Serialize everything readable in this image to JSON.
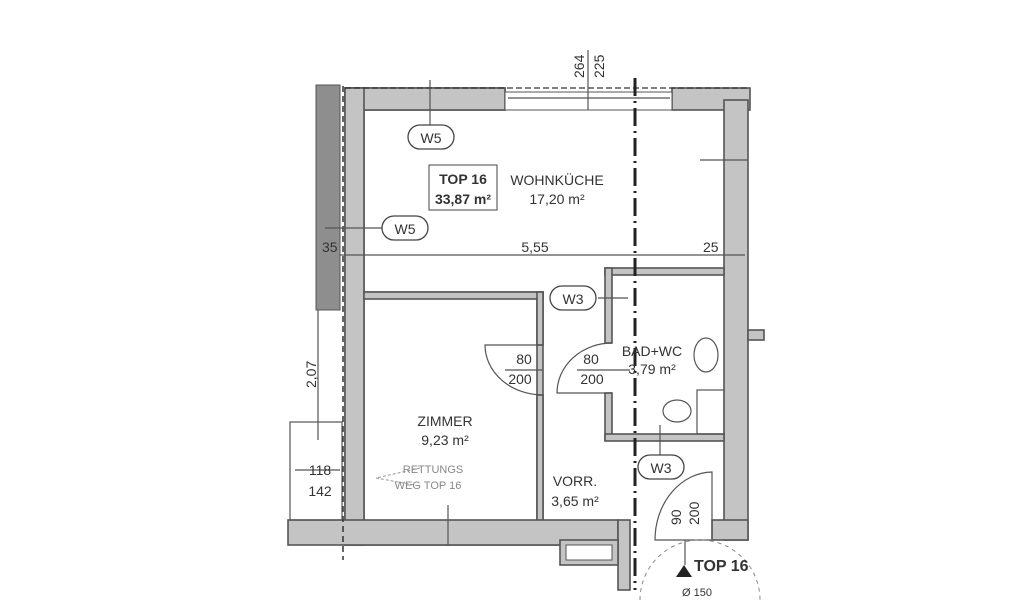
{
  "plan": {
    "unit_box": {
      "title": "TOP 16",
      "area": "33,87 m²"
    },
    "rooms": [
      {
        "name": "WOHNKÜCHE",
        "area": "17,20 m²"
      },
      {
        "name": "ZIMMER",
        "area": "9,23 m²"
      },
      {
        "name": "BAD+WC",
        "area": "3,79 m²"
      },
      {
        "name": "VORR.",
        "area": "3,65 m²"
      }
    ],
    "window_tags": [
      "W5",
      "W5",
      "W3",
      "W3"
    ],
    "dimensions": {
      "top_a": "264",
      "top_b": "225",
      "left": "35",
      "width": "5,55",
      "right": "25",
      "side_height": "2,07",
      "sill_a": "118",
      "sill_b": "142",
      "door1_w": "80",
      "door1_h": "200",
      "door2_w": "80",
      "door2_h": "200",
      "entry_w": "90",
      "entry_h": "200"
    },
    "escape_route": [
      "RETTUNGS",
      "WEG TOP 16"
    ],
    "entry_label": "TOP 16",
    "entry_note": "Ø 150"
  }
}
